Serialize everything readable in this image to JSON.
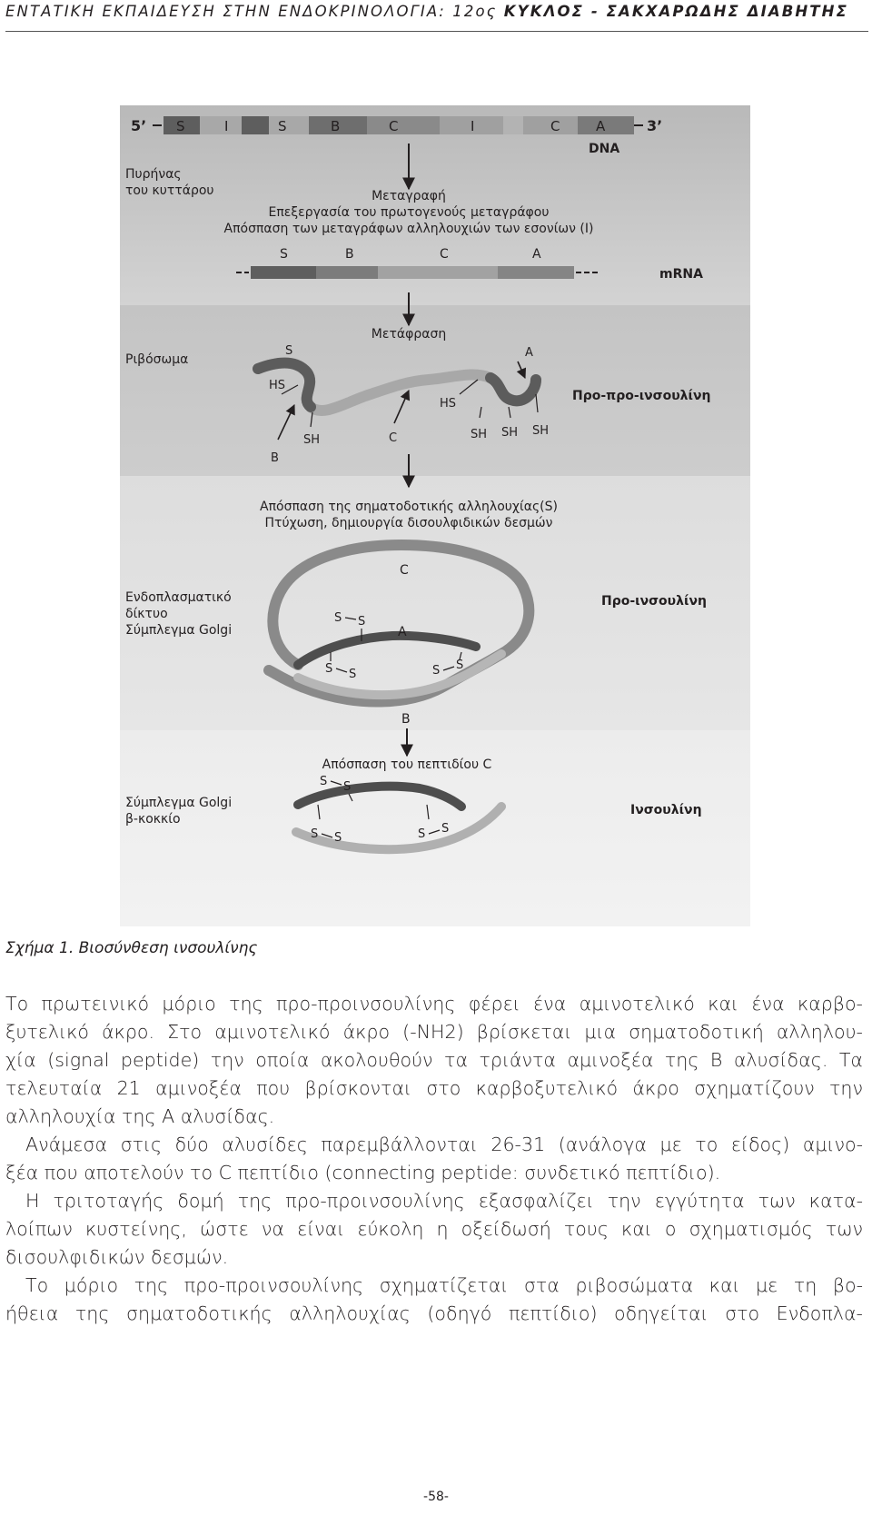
{
  "header": {
    "title_main": "ΕΝΤΑΤΙΚΗ ΕΚΠΑΙΔΕΥΣΗ ΣΤΗΝ ΕΝΔΟΚΡΙΝΟΛΟΓΙΑ: 12ος ",
    "title_bold": "ΚΥΚΛΟΣ - ΣΑΚΧΑΡΩΔΗΣ ΔΙΑΒΗΤΗΣ"
  },
  "figure": {
    "dna": {
      "five_prime": "5’",
      "three_prime": "3’",
      "segments": [
        "S",
        "I",
        "S",
        "B",
        "C",
        "I",
        "C",
        "A"
      ],
      "label": "DNA"
    },
    "nucleus_label_1": "Πυρήνας",
    "nucleus_label_2": "του κυττάρου",
    "transcription": "Μεταγραφή",
    "processing": "Επεξεργασία του πρωτογενούς μεταγράφου",
    "intron_removal": "Απόσπαση των μεταγράφων αλληλουχιών των εσονίων (I)",
    "mrna": {
      "segments": [
        "S",
        "B",
        "C",
        "A"
      ],
      "label": "mRNA"
    },
    "translation": "Μετάφραση",
    "ribosome": "Ριβόσωμα",
    "preproinsulin": "Προ-προ-ινσουλίνη",
    "translation_labels": {
      "s": "S",
      "hs1": "HS",
      "b": "B",
      "sh1": "SH",
      "c": "C",
      "hs2": "HS",
      "a": "A",
      "sh2": "SH",
      "sh3": "SH",
      "sh4": "SH"
    },
    "signal_removal": "Απόσπαση της σηματοδοτικής αλληλουχίας(S)",
    "folding": "Πτύχωση, δημιουργία δισουλφιδικών δεσμών",
    "er_label_1": "Ενδοπλασματικό",
    "er_label_2": "δίκτυο",
    "er_label_3": "Σύμπλεγμα Golgi",
    "proinsulin": "Προ-ινσουλίνη",
    "proinsulin_labels": {
      "c": "C",
      "a": "A",
      "b": "B",
      "ss1a": "S",
      "ss1b": "S",
      "ss2a": "S",
      "ss2b": "S",
      "ss3a": "S",
      "ss3b": "S"
    },
    "c_removal": "Απόσπαση του πεπτιδίου C",
    "golgi_1": "Σύμπλεγμα Golgi",
    "golgi_2": "β-κοκκίο",
    "insulin": "Ινσουλίνη",
    "insulin_labels": {
      "ss1a": "S",
      "ss1b": "S",
      "ss2a": "S",
      "ss2b": "S",
      "ss3a": "S",
      "ss3b": "S"
    }
  },
  "caption": "Σχήμα 1. Βιοσύνθεση ινσουλίνης",
  "paragraphs": [
    [
      "Το πρωτεινικό μόριο της προ-προινσουλίνης φέρει ένα αμινοτελικό και ένα καρβο-",
      "ξυτελικό άκρο. Στο αμινοτελικό άκρο (-NH2) βρίσκεται μια σηματοδοτική αλληλου-",
      "χία (signal peptide) την οποία ακολουθούν τα τριάντα αμινοξέα της Β αλυσίδας. Τα",
      "τελευταία 21 αμινοξέα που βρίσκονται στο καρβοξυτελικό άκρο σχηματίζουν την",
      "αλληλουχία της Α αλυσίδας."
    ],
    [
      "Ανάμεσα στις δύο αλυσίδες παρεμβάλλονται 26-31 (ανάλογα με το είδος) αμινο-",
      "ξέα που αποτελούν το C πεπτίδιο (connecting peptide: συνδετικό πεπτίδιο)."
    ],
    [
      "Η τριτοταγής δομή της προ-προινσουλίνης εξασφαλίζει την εγγύτητα των κατα-",
      "λοίπων κυστείνης, ώστε να είναι εύκολη η οξείδωσή τους και ο σχηματισμός των",
      "δισουλφιδικών δεσμών."
    ],
    [
      "Το μόριο της προ-προινσουλίνης σχηματίζεται στα ριβοσώματα και με τη βο-",
      "ήθεια της σηματοδοτικής αλληλουχίας (οδηγό πεπτίδιο) οδηγείται στο Ενδοπλα-"
    ]
  ],
  "page_number": "-58-"
}
